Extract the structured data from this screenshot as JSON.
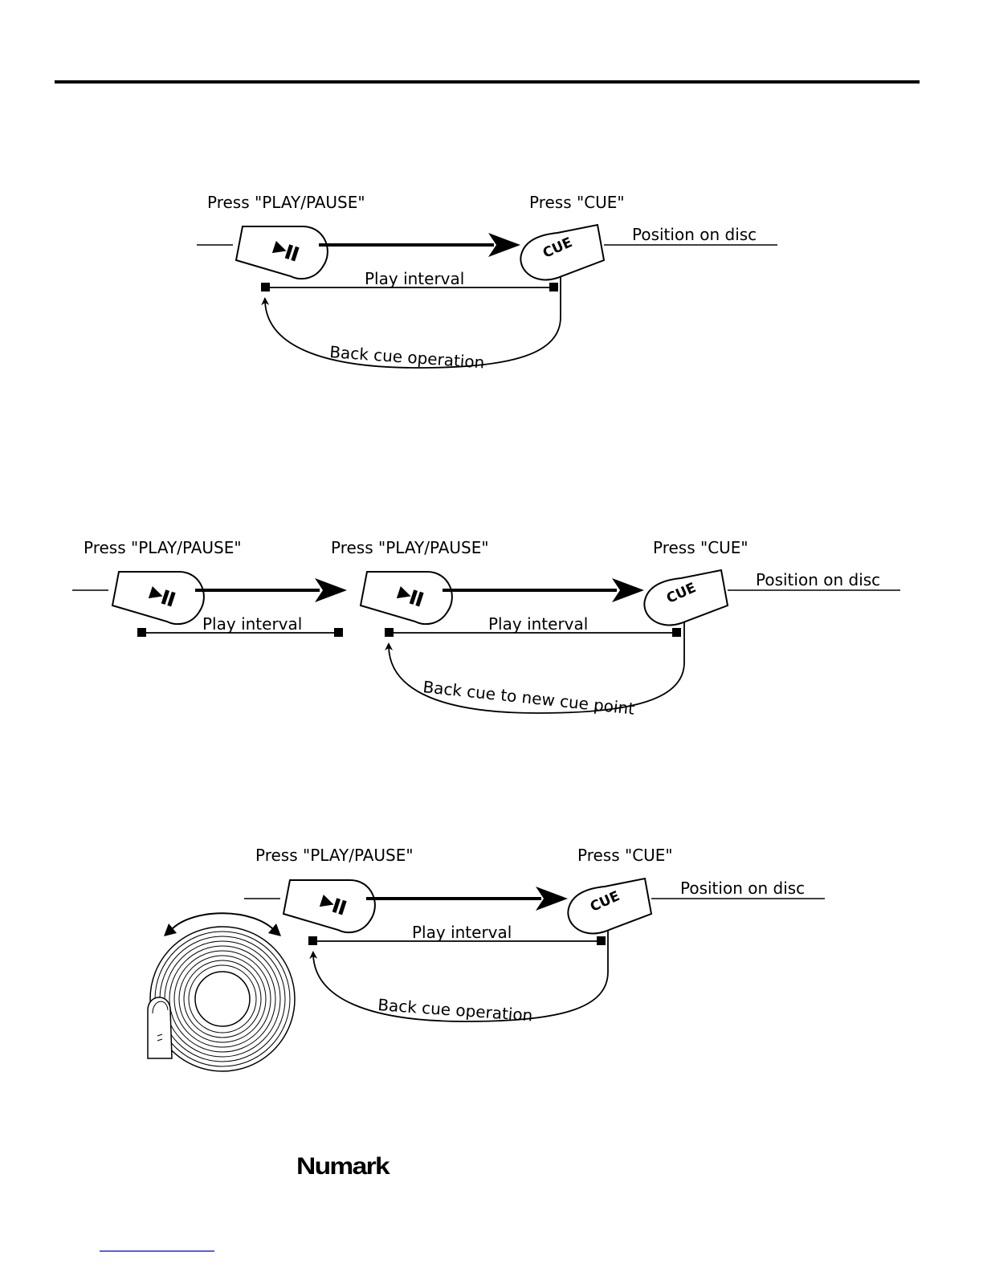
{
  "labels": {
    "press_play_pause": "Press \"PLAY/PAUSE\"",
    "press_cue": "Press \"CUE\"",
    "position_on_disc": "Position on disc",
    "play_interval": "Play interval",
    "back_cue_operation": "Back cue operation",
    "back_cue_new_point": "Back cue to new cue point",
    "cue_button_text": "CUE"
  },
  "brand": {
    "name": "Numark"
  }
}
